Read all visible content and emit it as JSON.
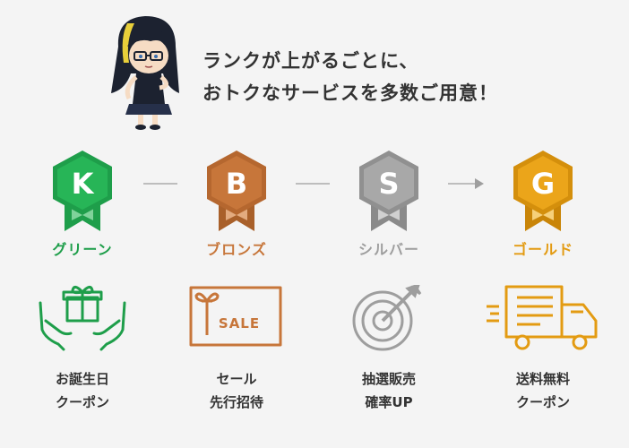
{
  "headline": {
    "line1": "ランクが上がるごとに、",
    "line2": "おトクなサービスを多数ご用意！"
  },
  "ranks": [
    {
      "letter": "K",
      "name": "グリーン",
      "color": "#1e9e4a"
    },
    {
      "letter": "B",
      "name": "ブロンズ",
      "color": "#c7763a"
    },
    {
      "letter": "S",
      "name": "シルバー",
      "color": "#9e9e9e"
    },
    {
      "letter": "G",
      "name": "ゴールド",
      "color": "#e39b12"
    }
  ],
  "benefits": [
    {
      "line1": "お誕生日",
      "line2": "クーポン",
      "icon": "gift-hands-icon",
      "color": "#1e9e4a"
    },
    {
      "line1": "セール",
      "line2": "先行招待",
      "icon": "sale-ticket-icon",
      "color": "#c7763a",
      "ticket_text": "SALE"
    },
    {
      "line1": "抽選販売",
      "line2": "確率UP",
      "icon": "target-arrow-icon",
      "color": "#9e9e9e"
    },
    {
      "line1": "送料無料",
      "line2": "クーポン",
      "icon": "delivery-truck-icon",
      "color": "#e39b12"
    }
  ]
}
